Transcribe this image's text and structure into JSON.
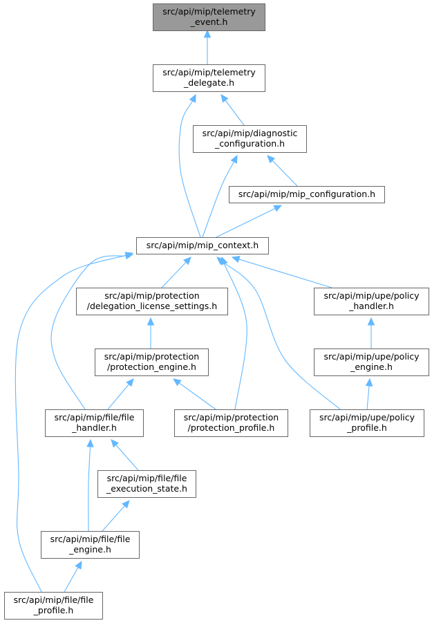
{
  "diagram": {
    "nodes": [
      {
        "id": "telemetry_event",
        "lines": [
          "src/api/mip/telemetry",
          "_event.h"
        ],
        "highlighted": true
      },
      {
        "id": "telemetry_delegate",
        "lines": [
          "src/api/mip/telemetry",
          "_delegate.h"
        ]
      },
      {
        "id": "diagnostic_configuration",
        "lines": [
          "src/api/mip/diagnostic",
          "_configuration.h"
        ]
      },
      {
        "id": "mip_configuration",
        "lines": [
          "src/api/mip/mip_configuration.h"
        ]
      },
      {
        "id": "mip_context",
        "lines": [
          "src/api/mip/mip_context.h"
        ]
      },
      {
        "id": "delegation_license_settings",
        "lines": [
          "src/api/mip/protection",
          "/delegation_license_settings.h"
        ]
      },
      {
        "id": "upe_policy_handler",
        "lines": [
          "src/api/mip/upe/policy",
          "_handler.h"
        ]
      },
      {
        "id": "protection_engine",
        "lines": [
          "src/api/mip/protection",
          "/protection_engine.h"
        ]
      },
      {
        "id": "upe_policy_engine",
        "lines": [
          "src/api/mip/upe/policy",
          "_engine.h"
        ]
      },
      {
        "id": "file_handler",
        "lines": [
          "src/api/mip/file/file",
          "_handler.h"
        ]
      },
      {
        "id": "protection_profile",
        "lines": [
          "src/api/mip/protection",
          "/protection_profile.h"
        ]
      },
      {
        "id": "upe_policy_profile",
        "lines": [
          "src/api/mip/upe/policy",
          "_profile.h"
        ]
      },
      {
        "id": "file_execution_state",
        "lines": [
          "src/api/mip/file/file",
          "_execution_state.h"
        ]
      },
      {
        "id": "file_engine",
        "lines": [
          "src/api/mip/file/file",
          "_engine.h"
        ]
      },
      {
        "id": "file_profile",
        "lines": [
          "src/api/mip/file/file",
          "_profile.h"
        ]
      }
    ],
    "edges": [
      {
        "from": "telemetry_delegate",
        "to": "telemetry_event"
      },
      {
        "from": "diagnostic_configuration",
        "to": "telemetry_delegate"
      },
      {
        "from": "mip_context",
        "to": "telemetry_delegate"
      },
      {
        "from": "mip_configuration",
        "to": "diagnostic_configuration"
      },
      {
        "from": "mip_context",
        "to": "diagnostic_configuration"
      },
      {
        "from": "mip_context",
        "to": "mip_configuration"
      },
      {
        "from": "delegation_license_settings",
        "to": "mip_context"
      },
      {
        "from": "upe_policy_handler",
        "to": "mip_context"
      },
      {
        "from": "file_handler",
        "to": "mip_context"
      },
      {
        "from": "protection_profile",
        "to": "mip_context"
      },
      {
        "from": "upe_policy_profile",
        "to": "mip_context"
      },
      {
        "from": "file_profile",
        "to": "mip_context"
      },
      {
        "from": "protection_engine",
        "to": "delegation_license_settings"
      },
      {
        "from": "upe_policy_engine",
        "to": "upe_policy_handler"
      },
      {
        "from": "file_handler",
        "to": "protection_engine"
      },
      {
        "from": "protection_profile",
        "to": "protection_engine"
      },
      {
        "from": "upe_policy_profile",
        "to": "upe_policy_engine"
      },
      {
        "from": "file_execution_state",
        "to": "file_handler"
      },
      {
        "from": "file_engine",
        "to": "file_handler"
      },
      {
        "from": "file_engine",
        "to": "file_execution_state"
      },
      {
        "from": "file_profile",
        "to": "file_engine"
      }
    ],
    "colors": {
      "edge": "#63b8ff",
      "node_border": "#666666",
      "node_fill": "#ffffff",
      "highlight_fill": "#999999"
    }
  }
}
